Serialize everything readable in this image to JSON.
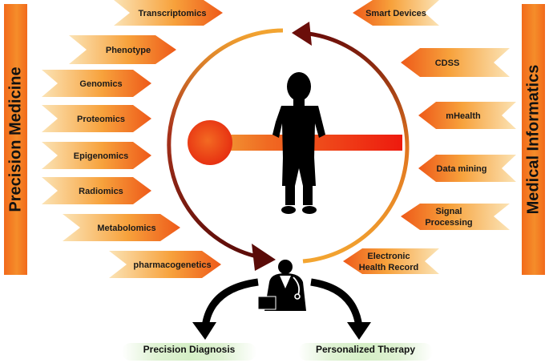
{
  "left_panel": {
    "title": "Precision Medicine",
    "items": [
      {
        "label": "Transcriptomics"
      },
      {
        "label": "Phenotype"
      },
      {
        "label": "Genomics"
      },
      {
        "label": "Proteomics"
      },
      {
        "label": "Epigenomics"
      },
      {
        "label": "Radiomics"
      },
      {
        "label": "Metabolomics"
      },
      {
        "label": "pharmacogenetics"
      }
    ]
  },
  "right_panel": {
    "title": "Medical Informatics",
    "items": [
      {
        "label": "Smart Devices"
      },
      {
        "label": "CDSS"
      },
      {
        "label": "mHealth"
      },
      {
        "label": "Data mining"
      },
      {
        "label": "Signal",
        "label2": "Processing"
      },
      {
        "label": "Electronic",
        "label2": "Health Record"
      }
    ]
  },
  "outputs": {
    "diagnosis": "Precision Diagnosis",
    "therapy": "Personalized Therapy"
  },
  "colors": {
    "tag_light": "#fbe3b5",
    "tag_mid": "#f7a23c",
    "tag_dark": "#ee5a19",
    "cycle_dark": "#6b0e0a",
    "cycle_light": "#f3a531",
    "bar_red": "#f01810",
    "pill_green": "#d5efc6"
  },
  "icons": [
    "child-silhouette-icon",
    "doctor-icon"
  ]
}
